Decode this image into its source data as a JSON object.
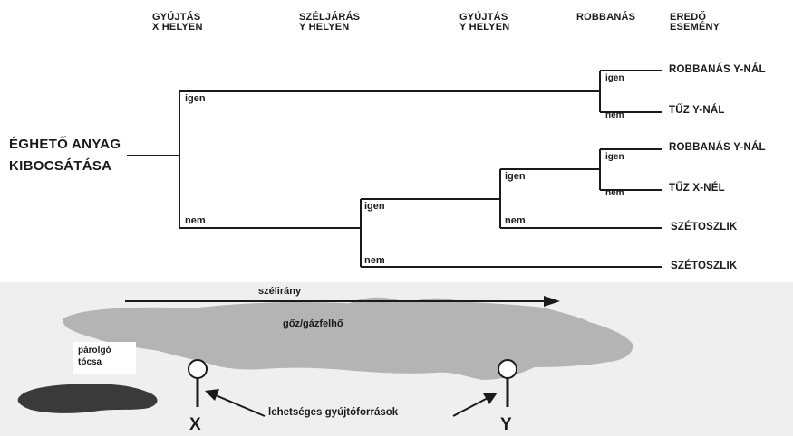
{
  "headers": {
    "ignition_x": [
      "GYÚJTÁS",
      "X HELYEN"
    ],
    "drift_y": [
      "SZÉLJÁRÁS",
      "Y HELYEN"
    ],
    "ignition_y": [
      "GYÚJTÁS",
      "Y HELYEN"
    ],
    "explosion": "ROBBANÁS",
    "result": [
      "EREDŐ",
      "ESEMÉNY"
    ]
  },
  "source": [
    "ÉGHETŐ ANYAG",
    "KIBOCSÁTÁSA"
  ],
  "branch": {
    "yes": "igen",
    "no": "nem"
  },
  "outcomes": [
    "ROBBANÁS Y-NÁL",
    "TŰZ Y-NÁL",
    "ROBBANÁS Y-NÁL",
    "TŰZ X-NÉL",
    "SZÉTOSZLIK",
    "SZÉTOSZLIK"
  ],
  "scene": {
    "wind": "szélirány",
    "cloud": "gőz/gázfelhő",
    "pool": [
      "párolgó",
      "tócsa"
    ],
    "sources": "lehetséges gyújtóforrások",
    "x": "X",
    "y": "Y"
  },
  "colors": {
    "line": "#1a1a1a",
    "scene_bg": "#efefef",
    "cloud": "#b4b4b4",
    "pool": "#3a3a3a"
  }
}
